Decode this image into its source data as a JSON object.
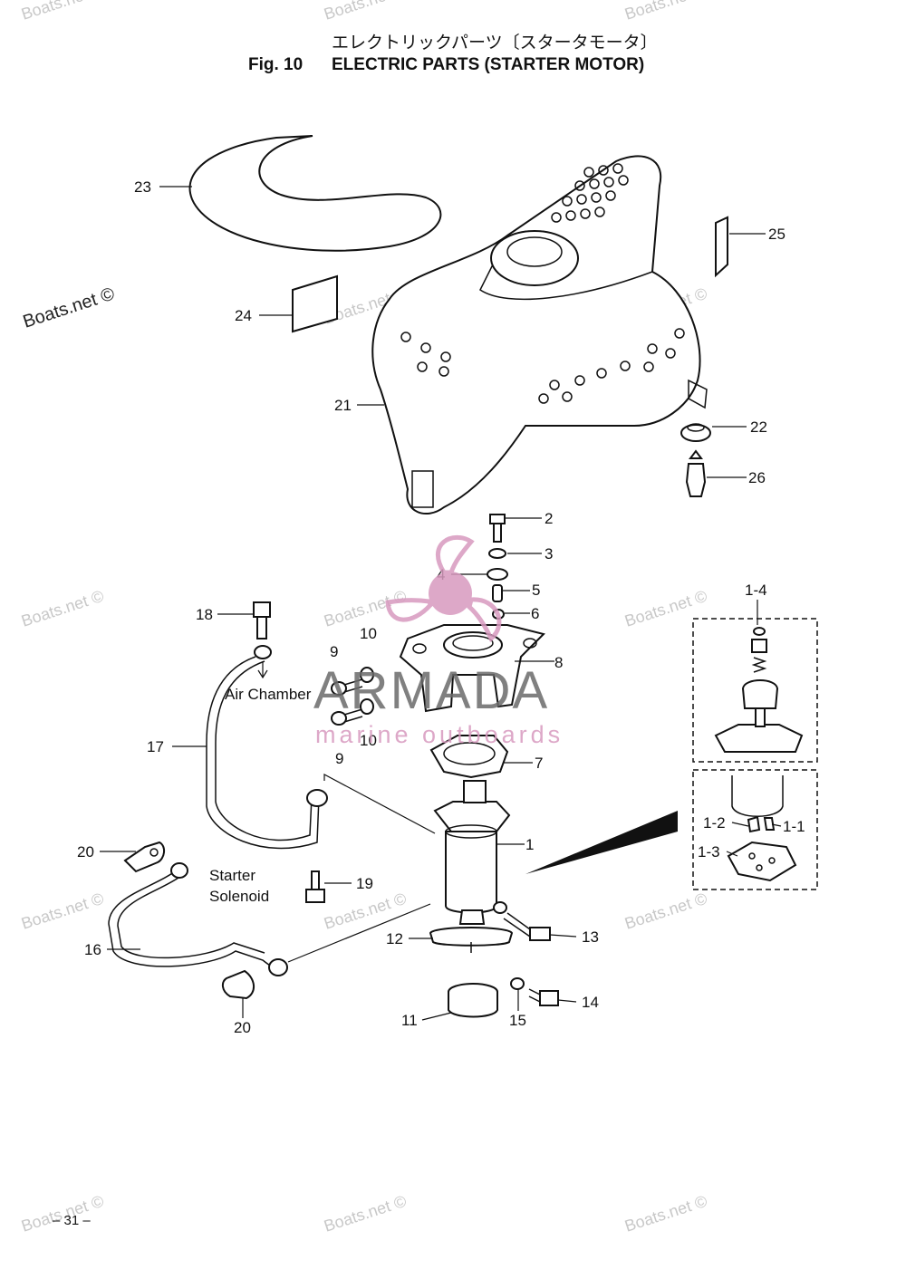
{
  "header": {
    "title_jp": "エレクトリックパーツ〔スタータモータ〕",
    "fig_label": "Fig. 10",
    "title_en": "ELECTRIC PARTS (STARTER MOTOR)"
  },
  "callouts": [
    {
      "id": "c-23",
      "label": "23"
    },
    {
      "id": "c-25",
      "label": "25"
    },
    {
      "id": "c-24",
      "label": "24"
    },
    {
      "id": "c-21",
      "label": "21"
    },
    {
      "id": "c-22",
      "label": "22"
    },
    {
      "id": "c-26",
      "label": "26"
    },
    {
      "id": "c-2",
      "label": "2"
    },
    {
      "id": "c-3",
      "label": "3"
    },
    {
      "id": "c-4",
      "label": "4"
    },
    {
      "id": "c-5",
      "label": "5"
    },
    {
      "id": "c-6",
      "label": "6"
    },
    {
      "id": "c-1-4",
      "label": "1-4"
    },
    {
      "id": "c-18",
      "label": "18"
    },
    {
      "id": "c-10a",
      "label": "10"
    },
    {
      "id": "c-9a",
      "label": "9"
    },
    {
      "id": "c-8",
      "label": "8"
    },
    {
      "id": "c-17",
      "label": "17"
    },
    {
      "id": "c-10b",
      "label": "10"
    },
    {
      "id": "c-9b",
      "label": "9"
    },
    {
      "id": "c-7",
      "label": "7"
    },
    {
      "id": "c-1-2",
      "label": "1-2"
    },
    {
      "id": "c-1-1",
      "label": "1-1"
    },
    {
      "id": "c-1-3",
      "label": "1-3"
    },
    {
      "id": "c-1",
      "label": "1"
    },
    {
      "id": "c-20a",
      "label": "20"
    },
    {
      "id": "c-19",
      "label": "19"
    },
    {
      "id": "c-16",
      "label": "16"
    },
    {
      "id": "c-12",
      "label": "12"
    },
    {
      "id": "c-13",
      "label": "13"
    },
    {
      "id": "c-20b",
      "label": "20"
    },
    {
      "id": "c-14",
      "label": "14"
    },
    {
      "id": "c-11",
      "label": "11"
    },
    {
      "id": "c-15",
      "label": "15"
    }
  ],
  "notes": {
    "air_chamber": "Air Chamber",
    "starter_line1": "Starter",
    "starter_line2": "Solenoid"
  },
  "watermarks": {
    "boats": "Boats.net ©",
    "brand_main": "ARMADA",
    "brand_sub": "marine outboards"
  },
  "footer": {
    "page_number": "– 31 –"
  },
  "colors": {
    "brand_pink": "#d89abf",
    "brand_gray": "#6b6b6b",
    "watermark_gray": "#c8c8c8",
    "line": "#111111"
  }
}
